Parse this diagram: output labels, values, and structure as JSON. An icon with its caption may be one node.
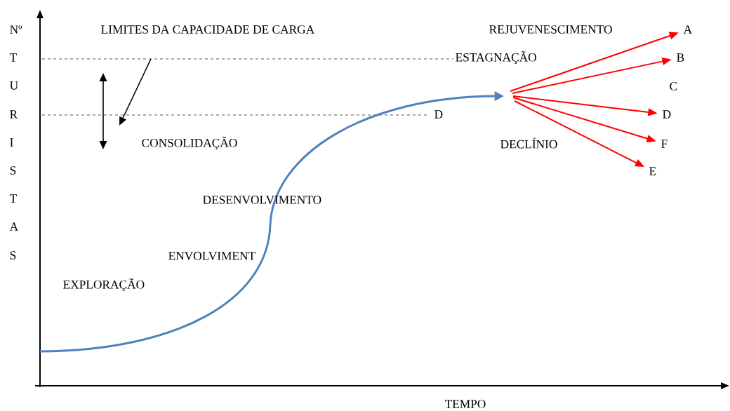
{
  "diagram": {
    "nodes": [
      {
        "text": [
          "A"
        ]
      },
      {
        "text": [
          "B"
        ]
      },
      {
        "text": [
          "D"
        ]
      },
      {
        "text": [
          "F"
        ]
      },
      {
        "text": [
          "E"
        ]
      }
    ],
    "edges": [
      {
        "from": null,
        "to": 0,
        "arrow": "to"
      },
      {
        "from": null,
        "to": 1,
        "arrow": "to"
      },
      {
        "from": null,
        "to": 2,
        "arrow": "to"
      },
      {
        "from": null,
        "to": 3,
        "arrow": "to"
      },
      {
        "from": null,
        "to": 4,
        "arrow": "to"
      }
    ],
    "labels": [
      "Nº",
      "T",
      "U",
      "R",
      "I",
      "S",
      "T",
      "A",
      "S",
      "LIMITES DA CAPACIDADE DE CARGA",
      "REJUVENESCIMENTO",
      "ESTAGNAÇÃO",
      "C",
      "D",
      "CONSOLIDAÇÃO",
      "DECLÍNIO",
      "DESENVOLVIMENTO",
      "ENVOLVIMENT",
      "EXPLORAÇÃO",
      "TEMPO"
    ]
  }
}
